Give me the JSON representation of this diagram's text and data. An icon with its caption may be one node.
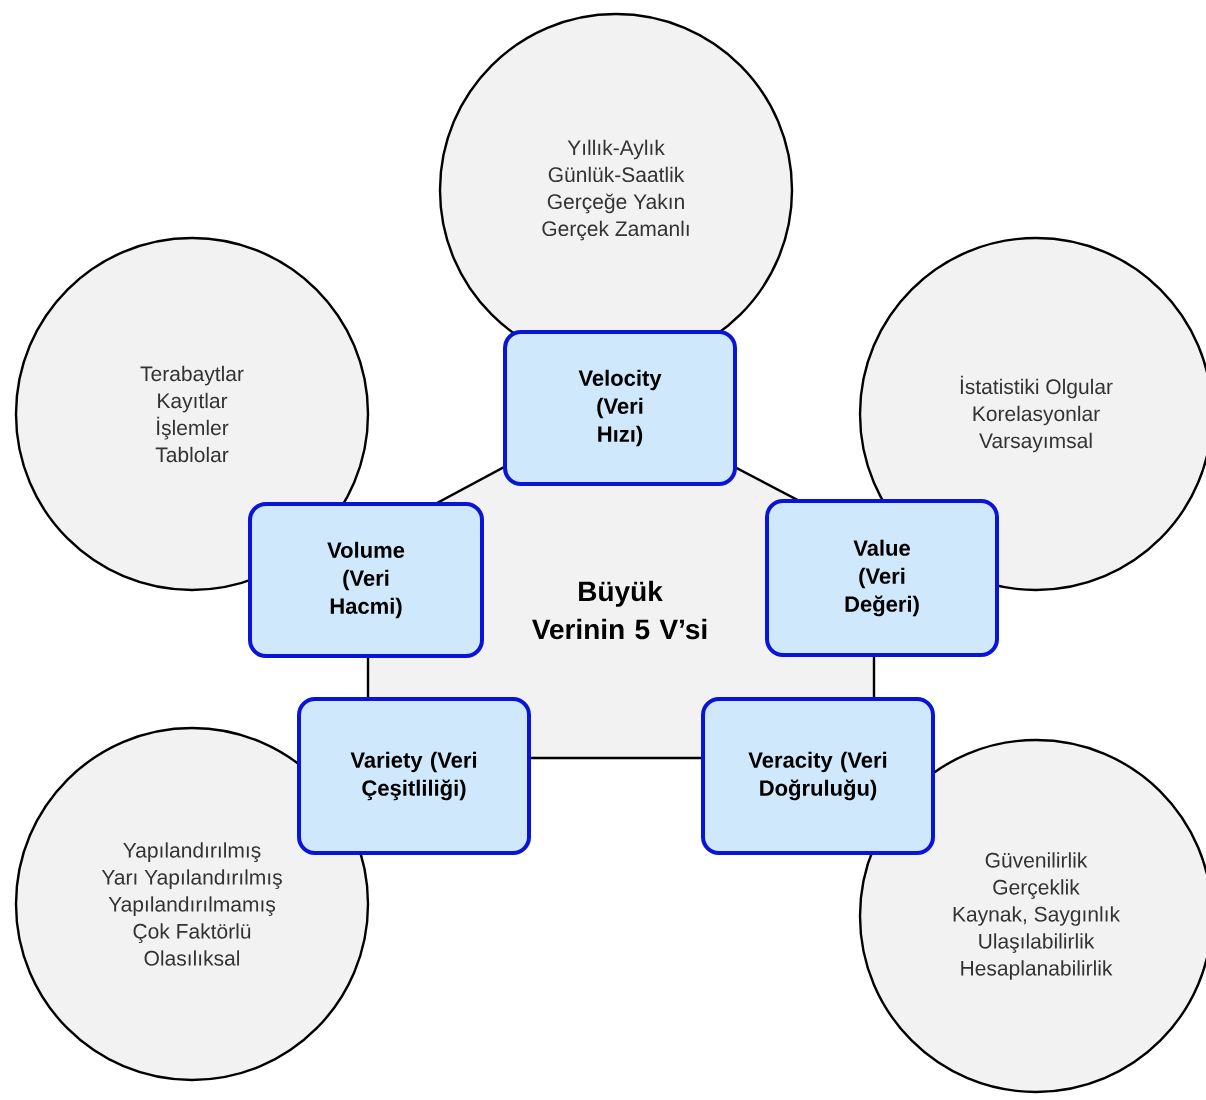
{
  "diagram": {
    "nodes": [
      {
        "text": [
          "Yıllık-Aylık",
          "Günlük-Saatlik",
          "Gerçeğe Yakın",
          "Gerçek Zamanlı"
        ]
      },
      {
        "text": [
          "Velocity (Veri Hızı)"
        ]
      },
      {
        "text": [
          "Terabaytlar",
          "Kayıtlar",
          "İşlemler",
          "Tablolar"
        ]
      },
      {
        "text": [
          "İstatistiki Olgular",
          "Korelasyonlar",
          "Varsayımsal"
        ]
      },
      {
        "text": [
          "Volume (Veri Hacmi)"
        ]
      },
      {
        "text": [
          "Value (Veri Değeri)"
        ]
      },
      {
        "text": [
          "Büyük Verinin 5 V’si"
        ]
      },
      {
        "text": [
          "Variety (Veri Çeşitliliği)"
        ]
      },
      {
        "text": [
          "Veracity (Veri Doğruluğu)"
        ]
      },
      {
        "text": [
          "Yapılandırılmış",
          "Yarı Yapılandırılmış",
          "Yapılandırılmamış",
          "Çok Faktörlü",
          "Olasılıksal"
        ]
      },
      {
        "text": [
          "Güvenilirlik",
          "Gerçeklik",
          "Kaynak, Saygınlık",
          "Ulaşılabilirlik",
          "Hesaplanabilirlik"
        ]
      }
    ]
  }
}
